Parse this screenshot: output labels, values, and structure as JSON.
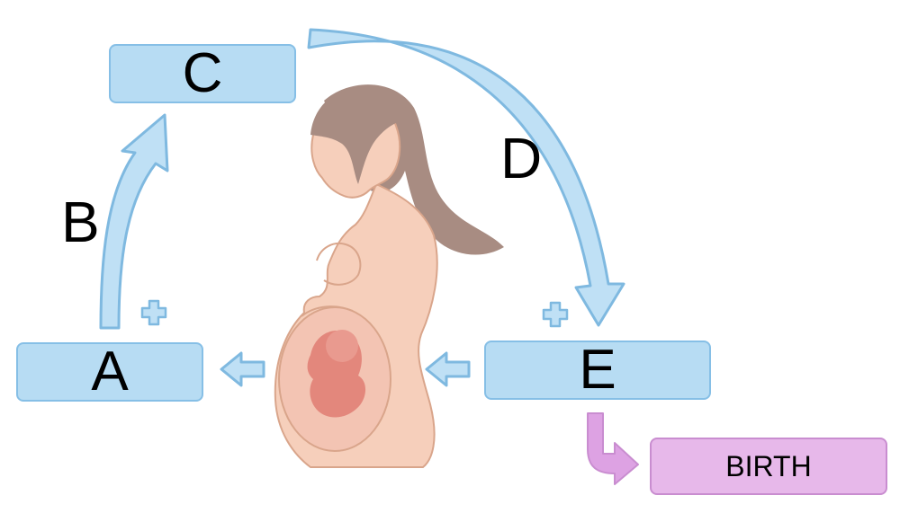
{
  "labels": {
    "a": "A",
    "b": "B",
    "c": "C",
    "d": "D",
    "e": "E",
    "birth": "BIRTH",
    "plus": "+"
  },
  "colors": {
    "box_fill": "#b7dcf3",
    "box_border": "#86bfe6",
    "arrow_fill": "#bfe0f5",
    "arrow_stroke": "#7fb9e0",
    "birth_fill": "#e7b8ea",
    "birth_arrow": "#dda2e3",
    "skin": "#f6cfbb",
    "skin_outline": "#d9a58b",
    "hair": "#a88c82",
    "fetus": "#e3877c"
  },
  "icons": [
    "plus-icon",
    "left-arrow-icon",
    "curved-arrow-up-icon",
    "curved-arrow-down-icon",
    "bent-arrow-icon"
  ]
}
